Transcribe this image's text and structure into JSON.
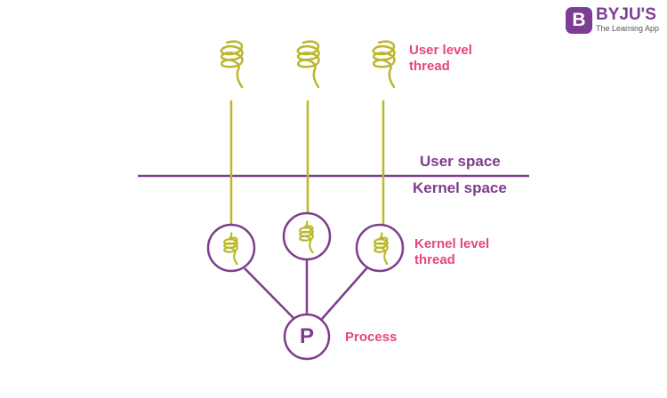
{
  "labels": {
    "user_level_thread": [
      "User level",
      "thread"
    ],
    "user_space": "User space",
    "kernel_space": "Kernel space",
    "kernel_level_thread": [
      "Kernel level",
      "thread"
    ],
    "process": "Process",
    "process_symbol": "P"
  },
  "logo": {
    "badge": "B",
    "name": "BYJU'S",
    "tagline": "The Learning App"
  },
  "colors": {
    "thread": "#bcb72d",
    "structure": "#7d3d8d",
    "label": "#e2487c",
    "brand": "#7c3e93"
  }
}
